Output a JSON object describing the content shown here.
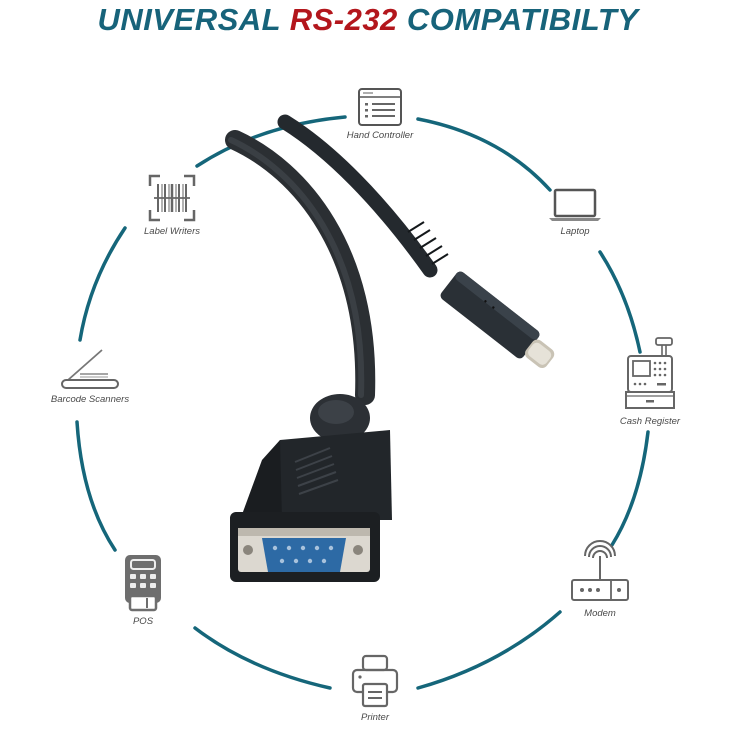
{
  "title": {
    "part1": "UNIVERSAL",
    "part2": "RS-232",
    "part3": "COMPATIBILTY",
    "color_blue": "#17637a",
    "color_red": "#b3161c"
  },
  "ring": {
    "color": "#15667a"
  },
  "devices": [
    {
      "id": "hand-controller",
      "label": "Hand Controller",
      "icon": "window-list-icon"
    },
    {
      "id": "laptop",
      "label": "Laptop",
      "icon": "laptop-icon"
    },
    {
      "id": "cash-register",
      "label": "Cash Register",
      "icon": "cash-register-icon"
    },
    {
      "id": "modem",
      "label": "Modem",
      "icon": "modem-icon"
    },
    {
      "id": "printer",
      "label": "Printer",
      "icon": "printer-icon"
    },
    {
      "id": "pos",
      "label": "POS",
      "icon": "pos-terminal-icon"
    },
    {
      "id": "barcode-scanners",
      "label": "Barcode Scanners",
      "icon": "barcode-scanner-icon"
    },
    {
      "id": "label-writers",
      "label": "Label Writers",
      "icon": "barcode-frame-icon"
    }
  ],
  "product": {
    "connector_a": "usb-c-plug",
    "connector_b": "db9-male-serial-plug"
  }
}
